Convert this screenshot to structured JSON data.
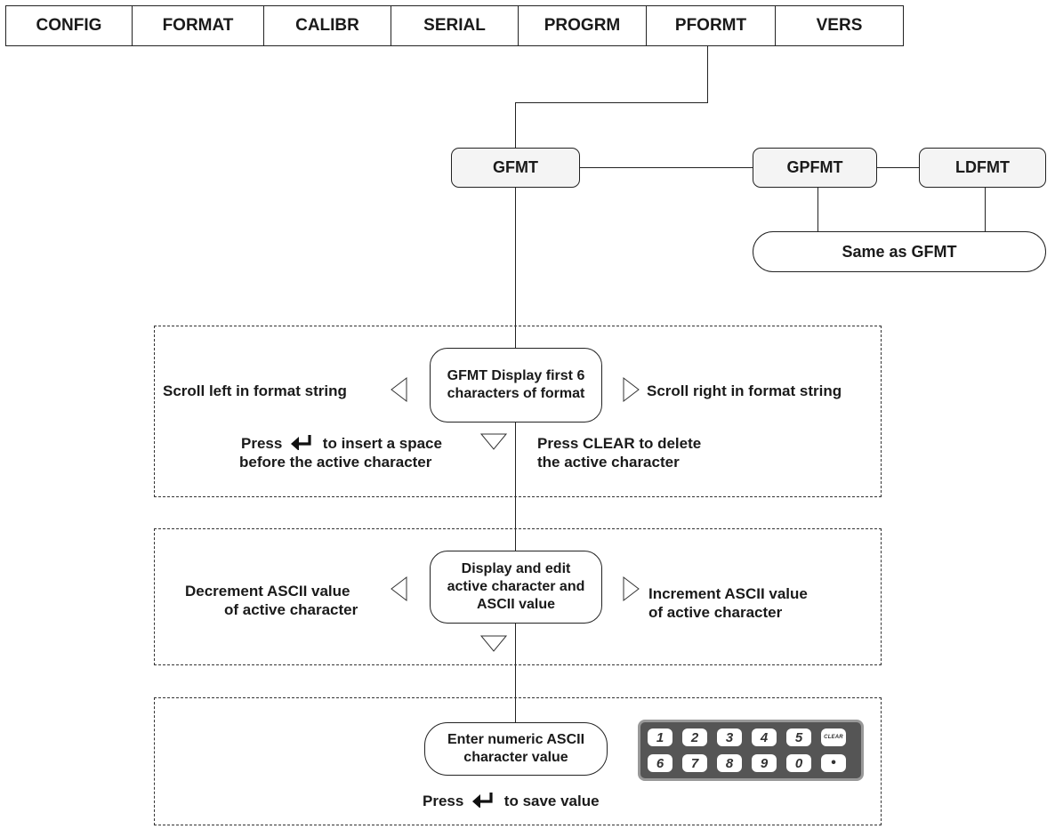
{
  "menu": {
    "tabs": [
      "CONFIG",
      "FORMAT",
      "CALIBR",
      "SERIAL",
      "PROGRM",
      "PFORMT",
      "VERS"
    ]
  },
  "nodes": {
    "gfmt": "GFMT",
    "gpfmt": "GPFMT",
    "ldfmt": "LDFMT",
    "same_as": "Same as GFMT",
    "display": [
      "GFMT Display first 6",
      "characters of format"
    ],
    "edit": [
      "Display and edit",
      "active character and",
      "ASCII value"
    ],
    "enter": [
      "Enter numeric ASCII",
      "character value"
    ]
  },
  "labels": {
    "scroll_left": "Scroll left in format string",
    "scroll_right": "Scroll right in format string",
    "insert_prefix": "Press",
    "insert_suffix": "to insert a space",
    "insert_line2": "before the active character",
    "clear_line1": "Press CLEAR to delete",
    "clear_line2": "the active character",
    "decrement_line1": "Decrement ASCII value",
    "decrement_line2": "of active character",
    "increment_line1": "Increment ASCII value",
    "increment_line2": "of active character",
    "save_prefix": "Press",
    "save_suffix": "to save value"
  },
  "keypad": {
    "row1": [
      "1",
      "2",
      "3",
      "4",
      "5",
      "CLEAR"
    ],
    "row2": [
      "6",
      "7",
      "8",
      "9",
      "0",
      "•"
    ]
  },
  "icons": {
    "enter_key": "enter-arrow-icon",
    "left_arrow": "left-triangle-icon",
    "right_arrow": "right-triangle-icon",
    "down_arrow": "down-triangle-icon"
  },
  "colors": {
    "node_fill": "#f4f4f4",
    "keypad_body": "#555555",
    "keypad_border": "#999999"
  }
}
